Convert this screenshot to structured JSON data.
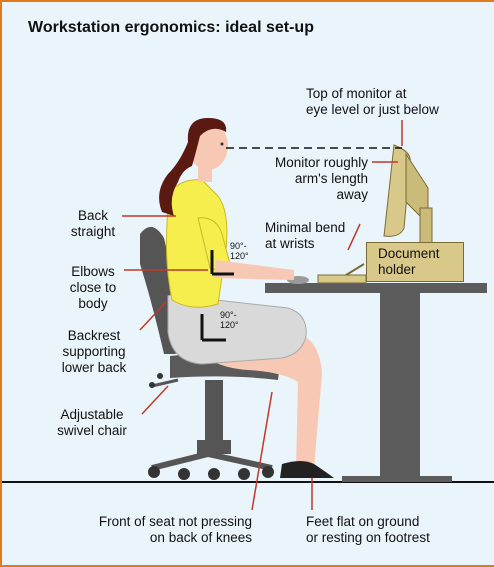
{
  "title": "Workstation ergonomics: ideal set-up",
  "labels": {
    "top_monitor": [
      "Top of monitor at",
      "eye level or just below"
    ],
    "monitor_distance": [
      "Monitor roughly",
      "arm's length",
      "away"
    ],
    "wrists": [
      "Minimal bend",
      "at wrists"
    ],
    "document_holder": [
      "Document",
      "holder"
    ],
    "back": [
      "Back",
      "straight"
    ],
    "elbows": [
      "Elbows",
      "close to",
      "body"
    ],
    "backrest": [
      "Backrest",
      "supporting",
      "lower back"
    ],
    "chair": [
      "Adjustable",
      "swivel chair"
    ],
    "seat": [
      "Front of seat not pressing",
      "on back of knees"
    ],
    "feet": [
      "Feet flat on ground",
      "or resting on footrest"
    ]
  },
  "angles": {
    "elbow": [
      "90°-",
      "120°"
    ],
    "hip": [
      "90°-",
      "120°"
    ]
  },
  "colors": {
    "border": "#e07a1f",
    "background": "#eaf5fb",
    "shirt": "#f6ee4c",
    "skirt": "#d9d9d9",
    "skin": "#f7c9b5",
    "hair": "#5a1a12",
    "chair": "#555555",
    "desk": "#555555",
    "monitor": "#d8c98a",
    "leader_line": "#c0392b"
  }
}
